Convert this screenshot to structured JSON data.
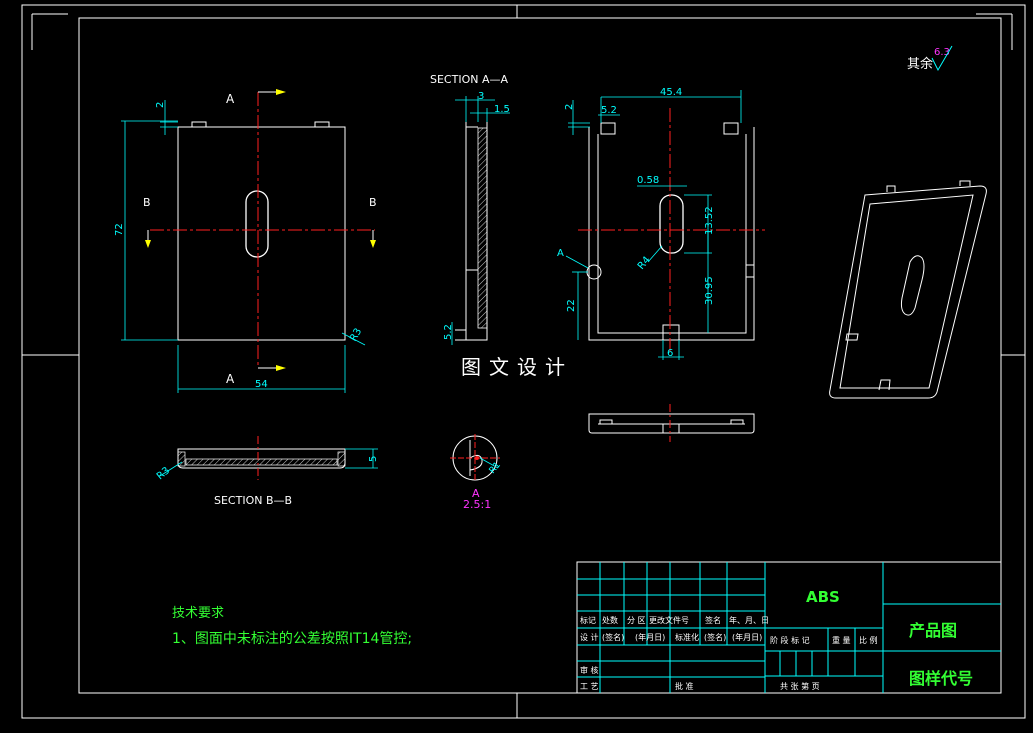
{
  "labels": {
    "view_a_top": "A",
    "view_a_bottom": "A",
    "view_b_left": "B",
    "view_b_right": "B",
    "section_aa": "SECTION A—A",
    "section_bb": "SECTION B—B",
    "detail_a_label": "A",
    "detail_a_scale": "2.5:1",
    "roughness_note": "其余",
    "roughness_value": "6.3",
    "watermark": "图文设计"
  },
  "dimensions": {
    "front_height": "72",
    "front_width": "54",
    "front_top_offset": "2",
    "front_radius": "R3",
    "aa_width_3": "3",
    "aa_width_15": "1.5",
    "aa_bottom_52": "5.2",
    "rear_width": "45.4",
    "rear_tab": "5.2",
    "rear_top_offset": "2",
    "slot_width": "0.58",
    "slot_height": "13.52",
    "slot_radius": "R4",
    "hole_height": "30.95",
    "lower_height": "22",
    "bottom_tab": "6",
    "bb_radius": "R3",
    "bb_height": "5",
    "detail_radius": "R1"
  },
  "tech_req": {
    "title": "技术要求",
    "item1": "1、图面中未标注的公差按照IT14管控;"
  },
  "title_block": {
    "material": "ABS",
    "drawing_name": "产品图",
    "drawing_code": "图样代号",
    "row_labels": [
      "标记",
      "处数",
      "分 区",
      "更改文件号",
      "签名",
      "年、月、日"
    ],
    "design_row": [
      "设 计",
      "(签名)",
      "(年月日)",
      "标准化",
      "(签名)",
      "(年月日)"
    ],
    "stage_row": [
      "阶 段 标 记",
      "重 量",
      "比 例"
    ],
    "review": "审 核",
    "process": "工 艺",
    "approve": "批 准",
    "sheets": "共  张  第  页"
  },
  "colors": {
    "line": "#ffffff",
    "dim": "#00ffff",
    "center": "#ff2020",
    "green_text": "#33ff33",
    "detail": "#ff33ff",
    "yellow": "#ffff00"
  }
}
